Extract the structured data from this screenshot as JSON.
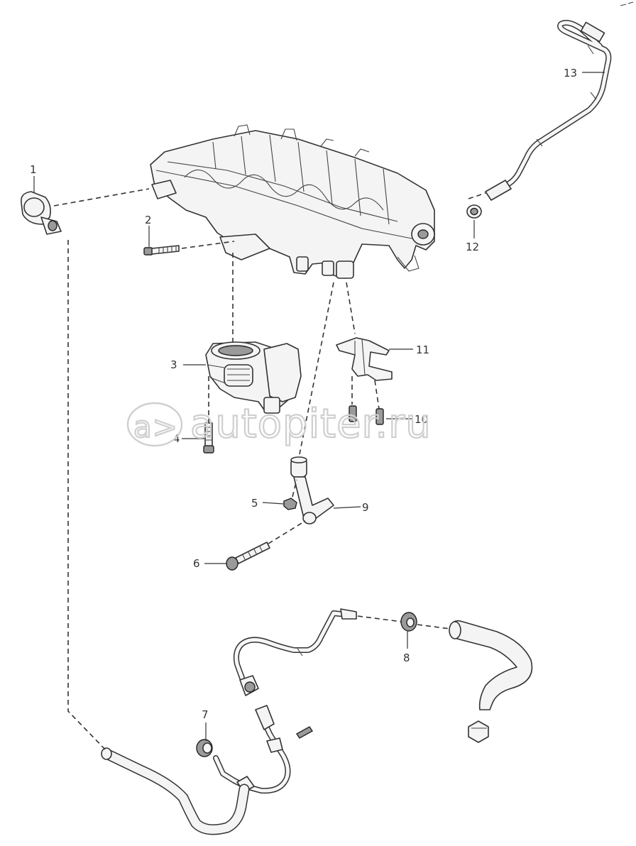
{
  "diagram": {
    "callouts": [
      {
        "id": "1",
        "label": "1"
      },
      {
        "id": "2",
        "label": "2"
      },
      {
        "id": "3",
        "label": "3"
      },
      {
        "id": "4",
        "label": "4"
      },
      {
        "id": "5",
        "label": "5"
      },
      {
        "id": "6",
        "label": "6"
      },
      {
        "id": "7",
        "label": "7"
      },
      {
        "id": "8",
        "label": "8"
      },
      {
        "id": "9",
        "label": "9"
      },
      {
        "id": "10",
        "label": "10"
      },
      {
        "id": "11",
        "label": "11"
      },
      {
        "id": "12",
        "label": "12"
      },
      {
        "id": "13",
        "label": "13"
      }
    ]
  },
  "watermark": {
    "text": "autopiter.ru",
    "logo_glyph": "a>",
    "color": "#cfcfcf"
  },
  "colors": {
    "line": "#333333",
    "fill": "#f4f4f4",
    "background": "#ffffff"
  }
}
